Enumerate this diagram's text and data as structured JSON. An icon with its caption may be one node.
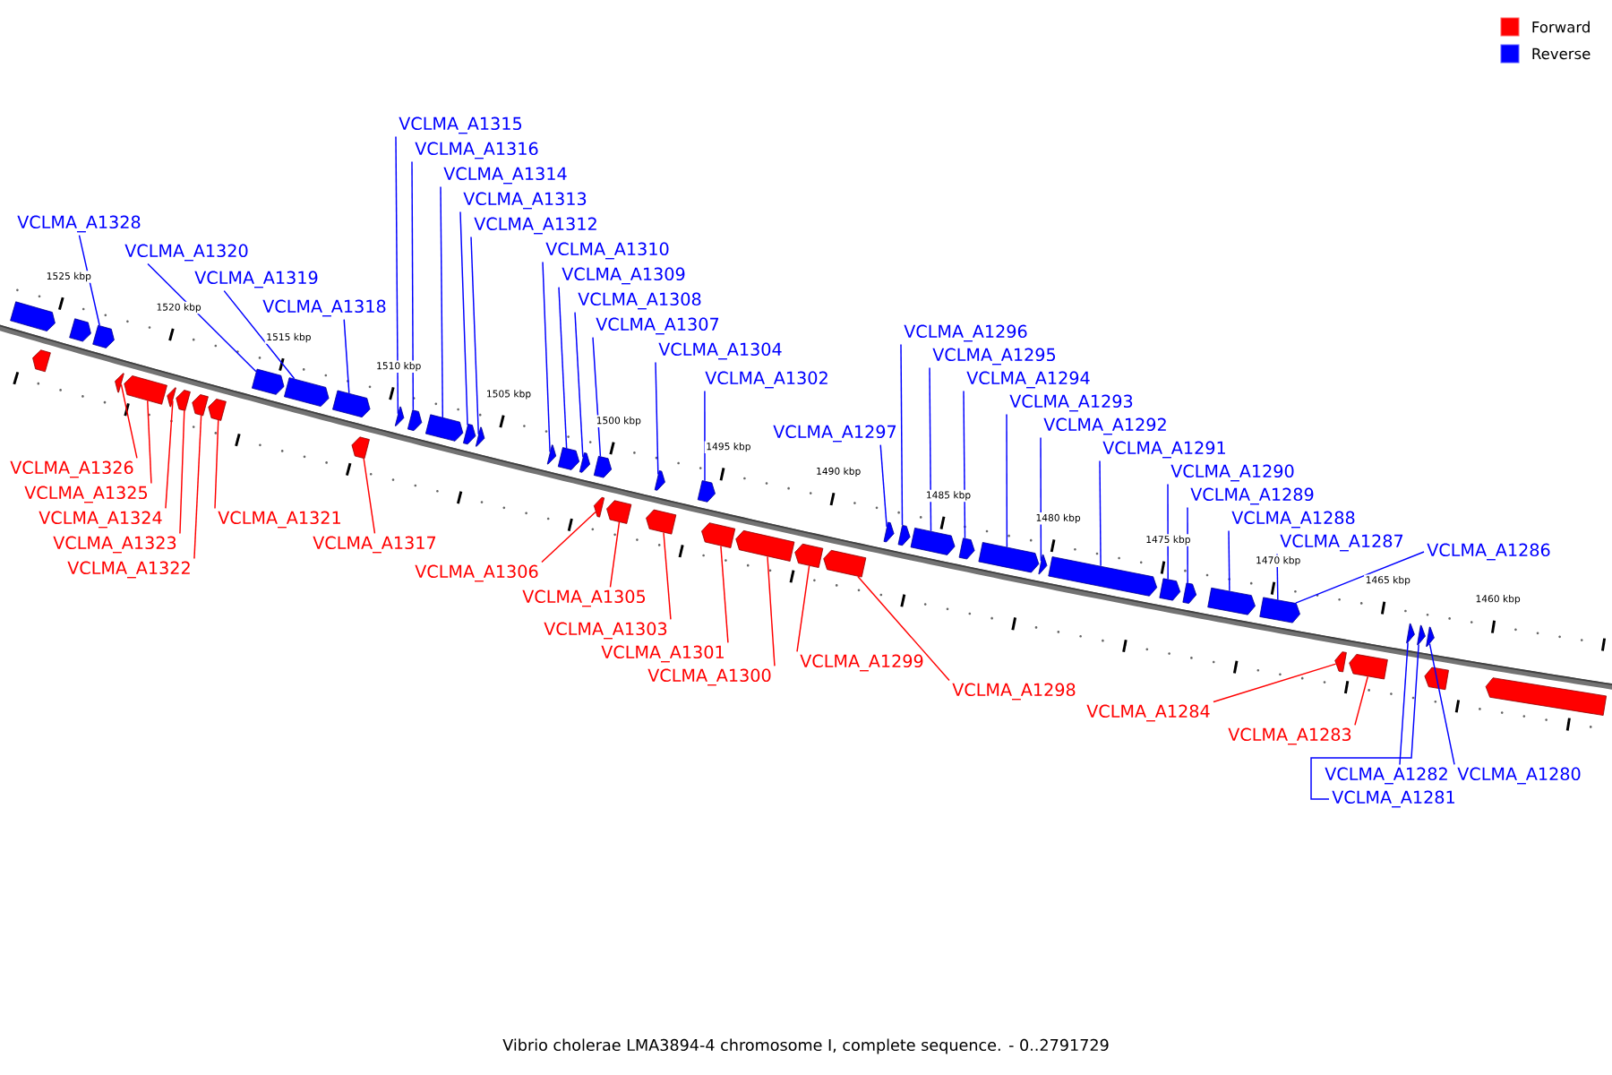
{
  "diagram": {
    "caption": "Vibrio cholerae LMA3894-4 chromosome I, complete sequence. - 0..2791729",
    "nodes": [
      {
        "text": [
          "VCLMA_A1328"
        ]
      },
      {
        "text": [
          "VCLMA_A1320"
        ]
      },
      {
        "text": [
          "VCLMA_A1319"
        ]
      },
      {
        "text": [
          "VCLMA_A1318"
        ]
      },
      {
        "text": [
          "VCLMA_A1315"
        ]
      },
      {
        "text": [
          "VCLMA_A1316"
        ]
      },
      {
        "text": [
          "VCLMA_A1314"
        ]
      },
      {
        "text": [
          "VCLMA_A1313"
        ]
      },
      {
        "text": [
          "VCLMA_A1312"
        ]
      },
      {
        "text": [
          "VCLMA_A1310"
        ]
      },
      {
        "text": [
          "VCLMA_A1309"
        ]
      },
      {
        "text": [
          "VCLMA_A1308"
        ]
      },
      {
        "text": [
          "VCLMA_A1307"
        ]
      },
      {
        "text": [
          "VCLMA_A1304"
        ]
      },
      {
        "text": [
          "VCLMA_A1302"
        ]
      },
      {
        "text": [
          "VCLMA_A1297"
        ]
      },
      {
        "text": [
          "VCLMA_A1296"
        ]
      },
      {
        "text": [
          "VCLMA_A1295"
        ]
      },
      {
        "text": [
          "VCLMA_A1294"
        ]
      },
      {
        "text": [
          "VCLMA_A1293"
        ]
      },
      {
        "text": [
          "VCLMA_A1292"
        ]
      },
      {
        "text": [
          "VCLMA_A1291"
        ]
      },
      {
        "text": [
          "VCLMA_A1290"
        ]
      },
      {
        "text": [
          "VCLMA_A1289"
        ]
      },
      {
        "text": [
          "VCLMA_A1288"
        ]
      },
      {
        "text": [
          "VCLMA_A1287"
        ]
      },
      {
        "text": [
          "VCLMA_A1286"
        ]
      },
      {
        "text": [
          "VCLMA_A1326"
        ]
      },
      {
        "text": [
          "VCLMA_A1325"
        ]
      },
      {
        "text": [
          "VCLMA_A1324"
        ]
      },
      {
        "text": [
          "VCLMA_A1323"
        ]
      },
      {
        "text": [
          "VCLMA_A1322"
        ]
      },
      {
        "text": [
          "VCLMA_A1321"
        ]
      },
      {
        "text": [
          "VCLMA_A1317"
        ]
      },
      {
        "text": [
          "VCLMA_A1306"
        ]
      },
      {
        "text": [
          "VCLMA_A1305"
        ]
      },
      {
        "text": [
          "VCLMA_A1303"
        ]
      },
      {
        "text": [
          "VCLMA_A1301"
        ]
      },
      {
        "text": [
          "VCLMA_A1300"
        ]
      },
      {
        "text": [
          "VCLMA_A1299"
        ]
      },
      {
        "text": [
          "VCLMA_A1298"
        ]
      },
      {
        "text": [
          "VCLMA_A1284"
        ]
      },
      {
        "text": [
          "VCLMA_A1283"
        ]
      },
      {
        "text": [
          "VCLMA_A1282"
        ]
      },
      {
        "text": [
          "VCLMA_A1281"
        ]
      },
      {
        "text": [
          "VCLMA_A1280"
        ]
      },
      {
        "text": [],
        "shape": "arrow"
      },
      {
        "text": [],
        "shape": "arrow"
      },
      {
        "text": [],
        "shape": "arrow"
      },
      {
        "text": [],
        "shape": "arrow"
      },
      {
        "text": [],
        "shape": "arrow"
      },
      {
        "text": [],
        "shape": "arrow"
      },
      {
        "text": [],
        "shape": "arrow"
      },
      {
        "text": [],
        "shape": "arrow"
      },
      {
        "text": [],
        "shape": "arrow"
      },
      {
        "text": [],
        "shape": "arrow"
      },
      {
        "text": [],
        "shape": "arrow"
      },
      {
        "text": [],
        "shape": "arrow"
      },
      {
        "text": [],
        "shape": "arrow"
      },
      {
        "text": [],
        "shape": "arrow"
      },
      {
        "text": [],
        "shape": "arrow"
      },
      {
        "text": [],
        "shape": "arrow"
      },
      {
        "text": [],
        "shape": "arrow"
      },
      {
        "text": [],
        "shape": "arrow"
      },
      {
        "text": [],
        "shape": "arrow"
      },
      {
        "text": [],
        "shape": "arrow"
      },
      {
        "text": [],
        "shape": "arrow"
      },
      {
        "text": [],
        "shape": "arrow"
      },
      {
        "text": [],
        "shape": "arrow"
      },
      {
        "text": [],
        "shape": "arrow"
      },
      {
        "text": [],
        "shape": "arrow"
      },
      {
        "text": [],
        "shape": "arrow"
      },
      {
        "text": [],
        "shape": "arrow"
      },
      {
        "text": [],
        "shape": "arrow"
      },
      {
        "text": [],
        "shape": "arrow"
      },
      {
        "text": [],
        "shape": "arrow"
      },
      {
        "text": [],
        "shape": "arrow"
      },
      {
        "text": [],
        "shape": "arrow"
      },
      {
        "text": [],
        "shape": "arrow"
      },
      {
        "text": [],
        "shape": "arrow"
      },
      {
        "text": [],
        "shape": "arrow"
      },
      {
        "text": [],
        "shape": "arrow"
      },
      {
        "text": [],
        "shape": "arrow"
      },
      {
        "text": [],
        "shape": "arrow"
      },
      {
        "text": [],
        "shape": "arrow"
      },
      {
        "text": [],
        "shape": "arrow"
      },
      {
        "text": [],
        "shape": "arrow"
      },
      {
        "text": [],
        "shape": "arrow"
      },
      {
        "text": [],
        "shape": "arrow"
      },
      {
        "text": [],
        "shape": "arrow"
      },
      {
        "text": [],
        "shape": "arrow"
      },
      {
        "text": [],
        "shape": "arrow"
      },
      {
        "text": [],
        "shape": "arrow"
      },
      {
        "text": [],
        "shape": "arrow"
      },
      {
        "text": [],
        "shape": "arrow"
      },
      {
        "text": [],
        "shape": "arrow"
      }
    ],
    "edges": [
      {
        "from": 0,
        "to": 49,
        "arrow": "none"
      },
      {
        "from": 1,
        "to": 56,
        "arrow": "none"
      },
      {
        "from": 2,
        "to": 57,
        "arrow": "none"
      },
      {
        "from": 3,
        "to": 58,
        "arrow": "none"
      },
      {
        "from": 4,
        "to": 60,
        "arrow": "none"
      },
      {
        "from": 5,
        "to": 61,
        "arrow": "none"
      },
      {
        "from": 6,
        "to": 62,
        "arrow": "none"
      },
      {
        "from": 7,
        "to": 63,
        "arrow": "none"
      },
      {
        "from": 8,
        "to": 64,
        "arrow": "none"
      },
      {
        "from": 9,
        "to": 65,
        "arrow": "none"
      },
      {
        "from": 10,
        "to": 66,
        "arrow": "none"
      },
      {
        "from": 11,
        "to": 67,
        "arrow": "none"
      },
      {
        "from": 12,
        "to": 68,
        "arrow": "none"
      },
      {
        "from": 13,
        "to": 71,
        "arrow": "none"
      },
      {
        "from": 14,
        "to": 73,
        "arrow": "none"
      },
      {
        "from": 15,
        "to": 78,
        "arrow": "none"
      },
      {
        "from": 16,
        "to": 79,
        "arrow": "none"
      },
      {
        "from": 17,
        "to": 80,
        "arrow": "none"
      },
      {
        "from": 18,
        "to": 81,
        "arrow": "none"
      },
      {
        "from": 19,
        "to": 82,
        "arrow": "none"
      },
      {
        "from": 20,
        "to": 83,
        "arrow": "none"
      },
      {
        "from": 21,
        "to": 84,
        "arrow": "none"
      },
      {
        "from": 22,
        "to": 85,
        "arrow": "none"
      },
      {
        "from": 23,
        "to": 86,
        "arrow": "none"
      },
      {
        "from": 24,
        "to": 87,
        "arrow": "none"
      },
      {
        "from": 25,
        "to": 88,
        "arrow": "none"
      },
      {
        "from": 26,
        "to": 88,
        "arrow": "none"
      },
      {
        "from": 27,
        "to": 50,
        "arrow": "none",
        "color": "#ff0000"
      },
      {
        "from": 28,
        "to": 51,
        "arrow": "none",
        "color": "#ff0000"
      },
      {
        "from": 29,
        "to": 52,
        "arrow": "none",
        "color": "#ff0000"
      },
      {
        "from": 30,
        "to": 53,
        "arrow": "none",
        "color": "#ff0000"
      },
      {
        "from": 31,
        "to": 54,
        "arrow": "none",
        "color": "#ff0000"
      },
      {
        "from": 32,
        "to": 55,
        "arrow": "none",
        "color": "#ff0000"
      },
      {
        "from": 33,
        "to": 59,
        "arrow": "none",
        "color": "#ff0000"
      },
      {
        "from": 34,
        "to": 69,
        "arrow": "none",
        "color": "#ff0000"
      },
      {
        "from": 35,
        "to": 70,
        "arrow": "none",
        "color": "#ff0000"
      },
      {
        "from": 36,
        "to": 72,
        "arrow": "none",
        "color": "#ff0000"
      },
      {
        "from": 37,
        "to": 74,
        "arrow": "none",
        "color": "#ff0000"
      },
      {
        "from": 38,
        "to": 75,
        "arrow": "none",
        "color": "#ff0000"
      },
      {
        "from": 39,
        "to": 76,
        "arrow": "none",
        "color": "#ff0000"
      },
      {
        "from": 40,
        "to": 77,
        "arrow": "none",
        "color": "#ff0000"
      },
      {
        "from": 41,
        "to": 89,
        "arrow": "none",
        "color": "#ff0000"
      },
      {
        "from": 42,
        "to": 90,
        "arrow": "none",
        "color": "#ff0000"
      },
      {
        "from": 43,
        "to": 91,
        "arrow": "none"
      },
      {
        "from": 44,
        "to": 92,
        "arrow": "none"
      },
      {
        "from": 45,
        "to": 93,
        "arrow": "none"
      }
    ],
    "labels": [
      "1525 kbp",
      "1520 kbp",
      "1515 kbp",
      "1510 kbp",
      "1505 kbp",
      "1500 kbp",
      "1495 kbp",
      "1490 kbp",
      "1485 kbp",
      "1480 kbp",
      "1475 kbp",
      "1470 kbp",
      "1465 kbp",
      "1460 kbp"
    ],
    "legend": [
      {
        "text": "Forward",
        "color": "#ff0000"
      },
      {
        "text": "Reverse",
        "color": "#0000ff"
      }
    ]
  }
}
